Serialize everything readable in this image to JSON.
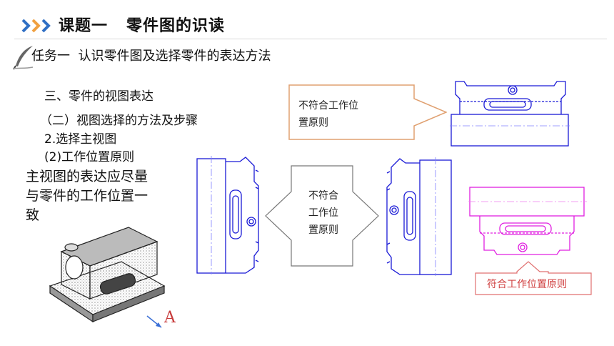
{
  "header": {
    "title": "课题一   零件图的识读",
    "icon": "triple-chevron-icon",
    "accent": "#2f6fc4"
  },
  "task": {
    "text": "任务一  认识零件图及选择零件的表达方法",
    "icon": "quill-icon"
  },
  "outline": {
    "line1": "三、零件的视图表达",
    "line2": "（二）视图选择的方法及步骤",
    "line3": "2.选择主视图",
    "line4": "(2)工作位置原则"
  },
  "description": {
    "line1": "主视图的表达应尽量",
    "line2": "与零件的工作位置一",
    "line3": "致"
  },
  "callouts": {
    "top_arrow": {
      "line1": "不符合工作位",
      "line2": "置原则"
    },
    "center_arrow": {
      "line1": "不符合",
      "line2": "工作位",
      "line3": "置原则"
    },
    "bottom_label": "符合工作位置原则"
  },
  "annotation_letter": "A",
  "colors": {
    "blue_drawing": "#1a1ad6",
    "magenta_drawing": "#e020e0",
    "callout_border": "#e0a070",
    "red_text": "#d03c3c"
  }
}
